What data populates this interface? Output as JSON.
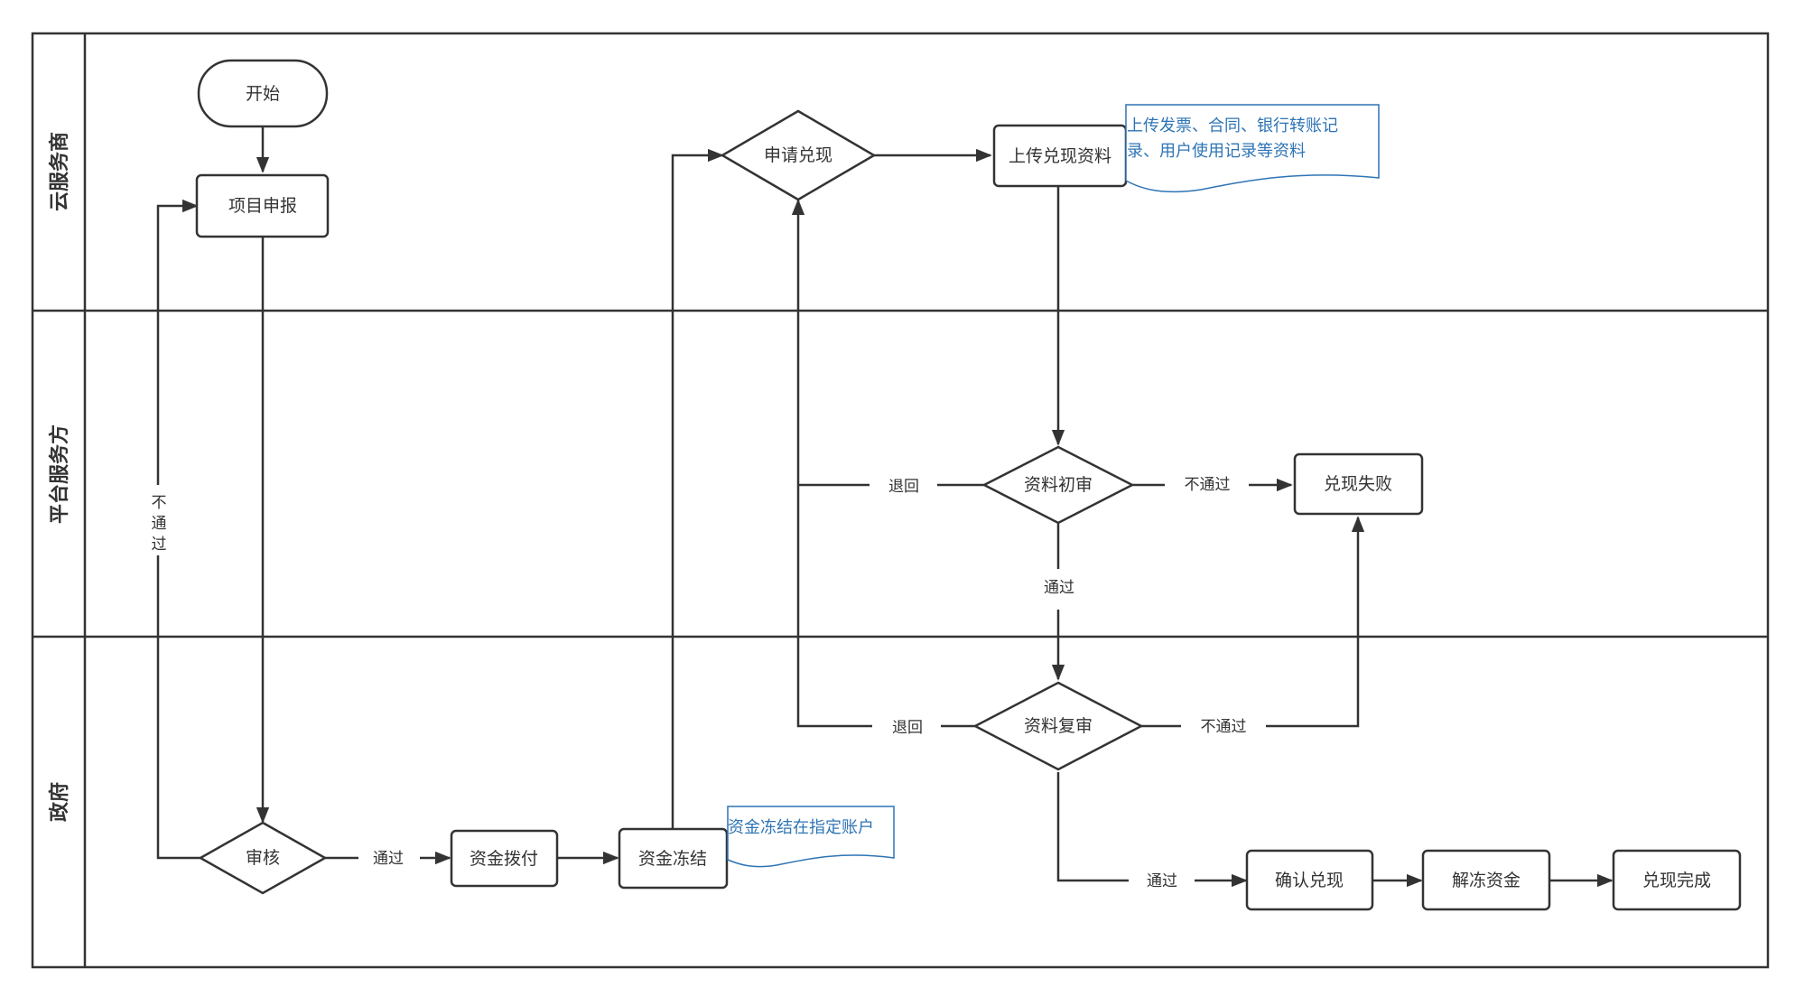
{
  "lanes": [
    {
      "id": "cloud",
      "label": "云服务商"
    },
    {
      "id": "platform",
      "label": "平台服务方"
    },
    {
      "id": "gov",
      "label": "政府"
    }
  ],
  "nodes": {
    "start": "开始",
    "project_apply": "项目申报",
    "apply_cashout": "申请兑现",
    "upload_docs": "上传兑现资料",
    "initial_review": "资料初审",
    "cashout_failed": "兑现失败",
    "re_review": "资料复审",
    "audit": "审核",
    "fund_allocate": "资金拨付",
    "fund_freeze": "资金冻结",
    "confirm_cashout": "确认兑现",
    "unfreeze_funds": "解冻资金",
    "cashout_done": "兑现完成"
  },
  "notes": {
    "upload_note": [
      "上传发票、合同、银行转账记",
      "录、用户使用记录等资料"
    ],
    "freeze_note": "资金冻结在指定账户"
  },
  "edge_labels": {
    "not_pass_vertical": [
      "不",
      "通",
      "过"
    ],
    "audit_pass": "通过",
    "initial_return": "退回",
    "initial_not_pass": "不通过",
    "initial_pass": "通过",
    "re_return": "退回",
    "re_not_pass": "不通过",
    "re_pass": "通过"
  },
  "colors": {
    "line": "#333333",
    "note_text": "#2e74b5",
    "note_border": "#2e74b5",
    "background": "#ffffff"
  }
}
